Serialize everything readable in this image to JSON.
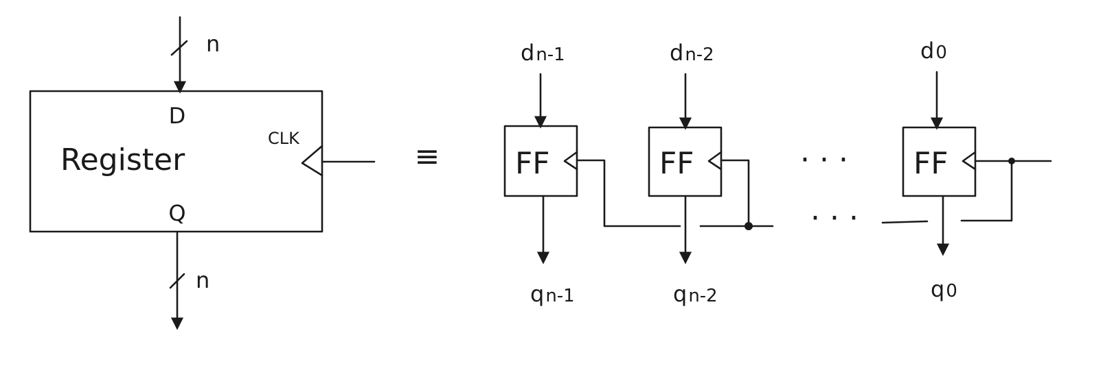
{
  "register": {
    "label": "Register",
    "input_port": "D",
    "output_port": "Q",
    "clock_port": "CLK",
    "input_width": "n",
    "output_width": "n"
  },
  "equivalence_symbol": "≡",
  "flip_flops": [
    {
      "label": "FF",
      "input_main": "d",
      "input_sub": "n-1",
      "output_main": "q",
      "output_sub": "n-1"
    },
    {
      "label": "FF",
      "input_main": "d",
      "input_sub": "n-2",
      "output_main": "q",
      "output_sub": "n-2"
    },
    {
      "label": "FF",
      "input_main": "d",
      "input_sub": "0",
      "output_main": "q",
      "output_sub": "0"
    }
  ],
  "ellipsis": "· · ·"
}
